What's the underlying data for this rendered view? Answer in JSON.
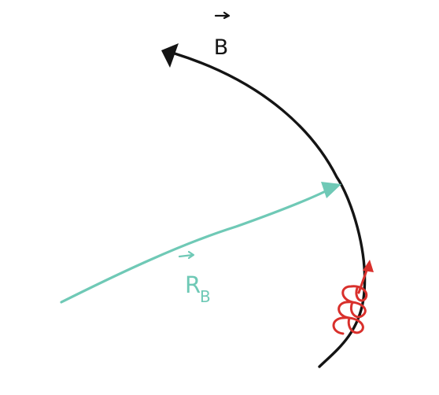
{
  "labels": {
    "field": "B",
    "radius_main": "R",
    "radius_sub": "B"
  },
  "colors": {
    "field_line": "#141414",
    "radius_vector": "#6fc9b6",
    "coil": "#d9302c",
    "background": "#ffffff"
  }
}
